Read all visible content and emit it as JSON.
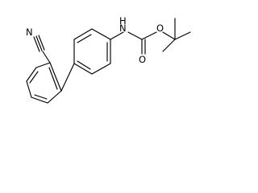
{
  "diagram": {
    "type": "chemical-structure",
    "atom_labels": {
      "nitrile_nitrogen": "N",
      "amide_n": "N",
      "amide_h": "H",
      "carbonyl_oxygen": "O",
      "ester_oxygen": "O"
    },
    "colors": {
      "background": "#ffffff",
      "bonds": "#000000",
      "labels": "#000000"
    }
  }
}
